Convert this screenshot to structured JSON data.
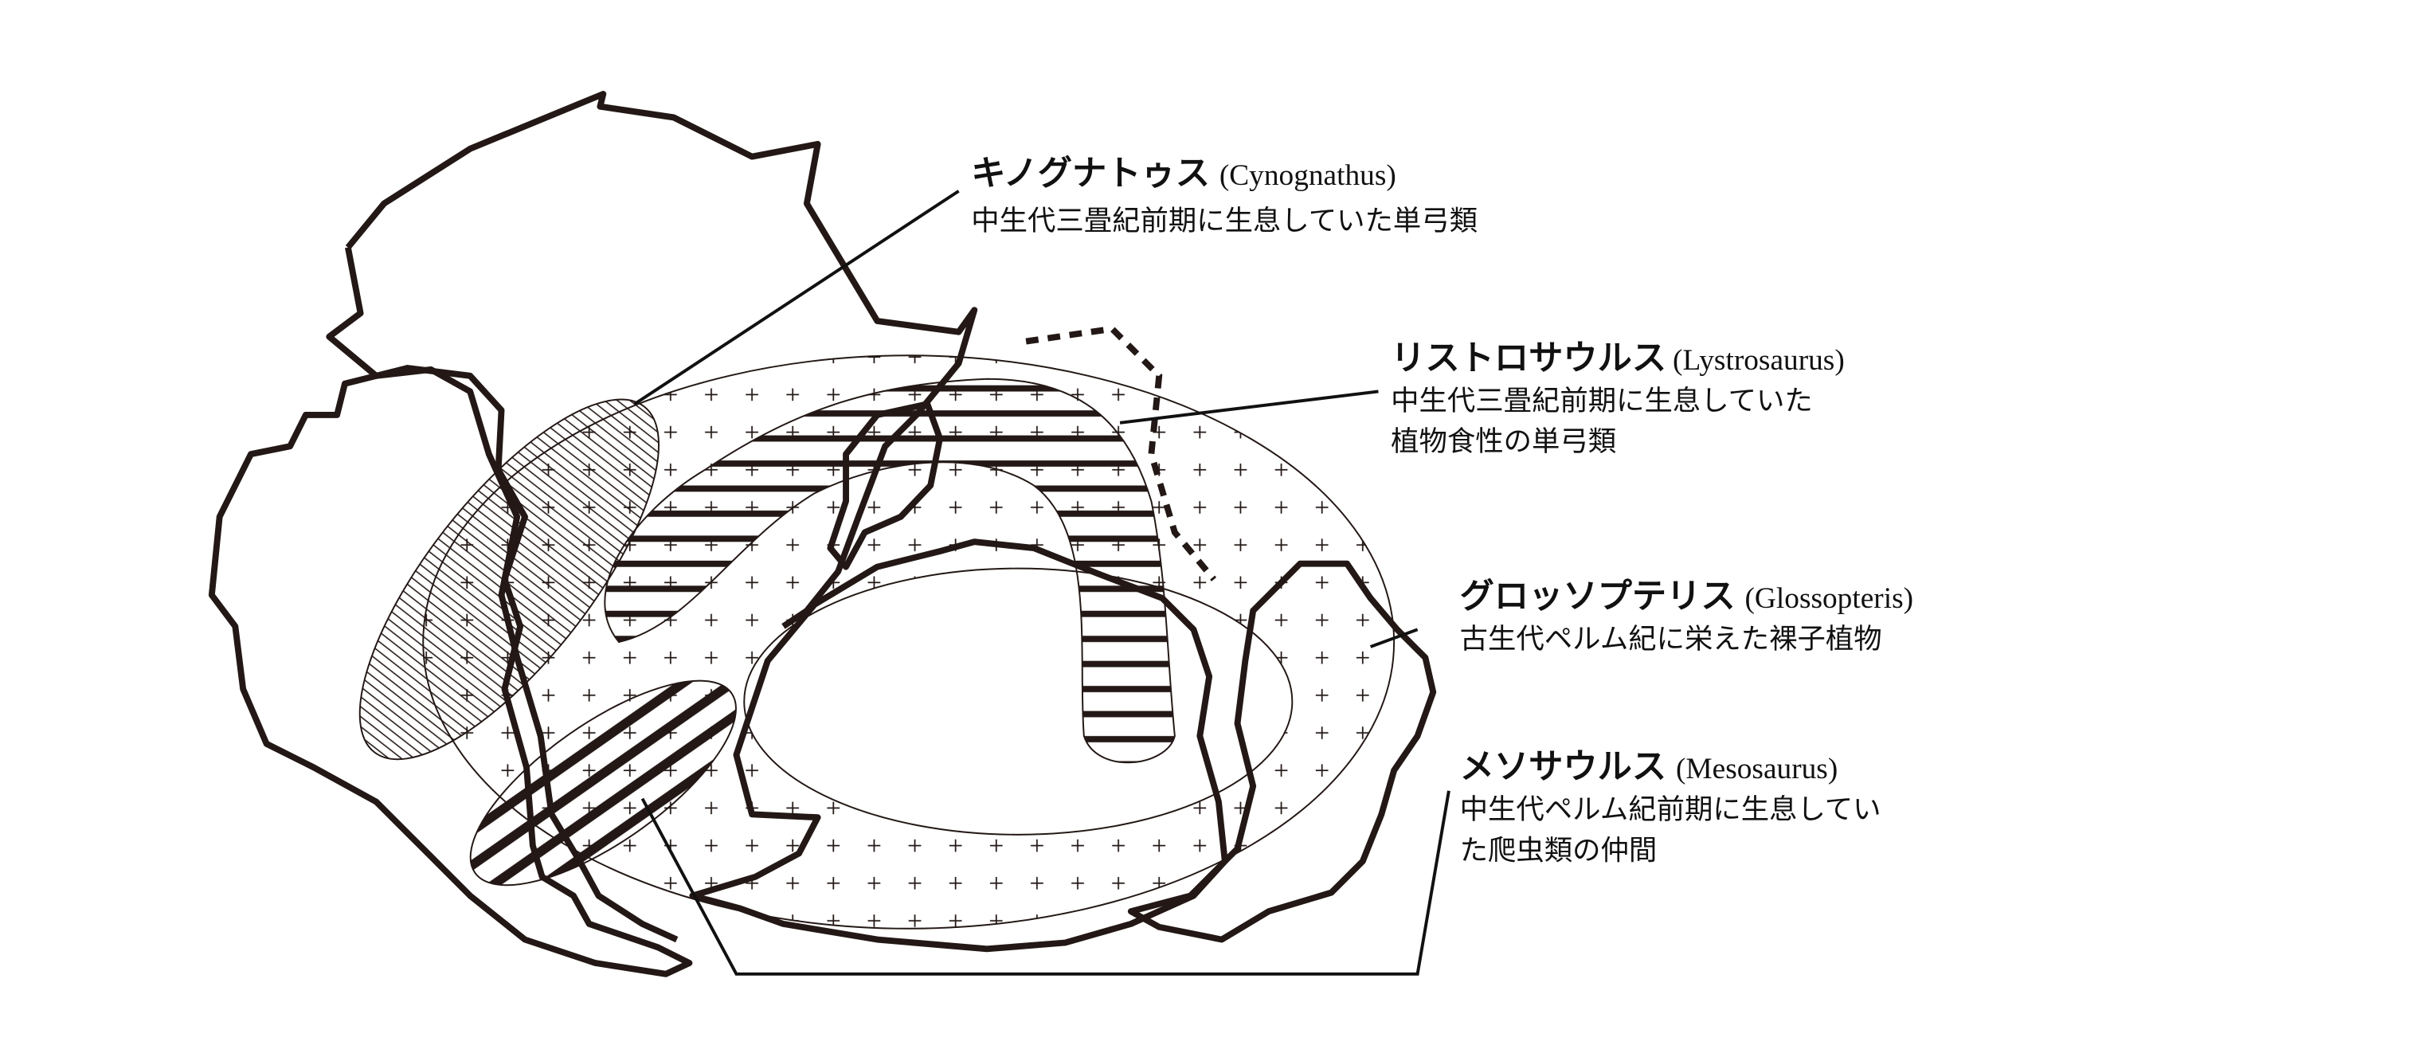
{
  "labels": {
    "cynognathus": {
      "name_jp": "キノグナトゥス",
      "name_latin": "(Cynognathus)",
      "desc": [
        "中生代三畳紀前期に生息していた単弓類"
      ]
    },
    "lystrosaurus": {
      "name_jp": "リストロサウルス",
      "name_latin": "(Lystrosaurus)",
      "desc": [
        "中生代三畳紀前期に生息していた",
        "植物食性の単弓類"
      ]
    },
    "glossopteris": {
      "name_jp": "グロッソプテリス",
      "name_latin": "(Glossopteris)",
      "desc": [
        "古生代ペルム紀に栄えた裸子植物"
      ]
    },
    "mesosaurus": {
      "name_jp": "メソサウルス",
      "name_latin": "(Mesosaurus)",
      "desc": [
        "中生代ペルム紀前期に生息してい",
        "た爬虫類の仲間"
      ]
    }
  },
  "colors": {
    "line": "#231815",
    "background": "#ffffff"
  }
}
